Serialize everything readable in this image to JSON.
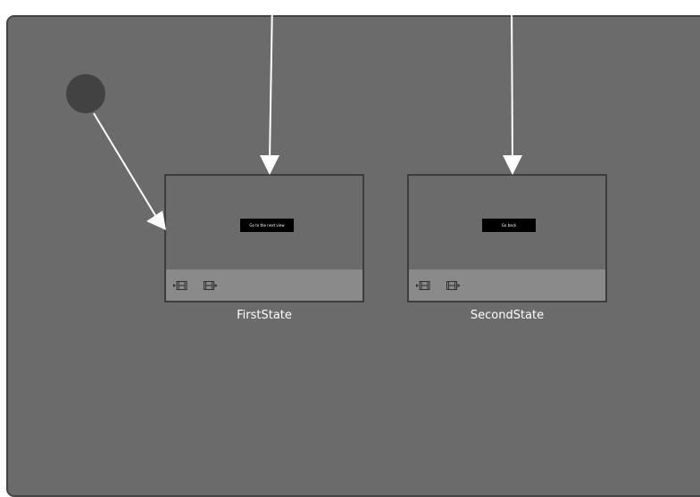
{
  "states": [
    {
      "name": "FirstState",
      "preview_button": "Go to the next view",
      "toolbar": [
        {
          "icon": "enter-action-icon"
        },
        {
          "icon": "exit-action-icon"
        }
      ]
    },
    {
      "name": "SecondState",
      "preview_button": "Go back",
      "toolbar": [
        {
          "icon": "enter-action-icon"
        },
        {
          "icon": "exit-action-icon"
        }
      ]
    }
  ],
  "colors": {
    "panel": "#6b6b6b",
    "base_state": "#424242",
    "toolbar": "#8a8a8a",
    "arrow": "#ffffff",
    "border": "#3d3d3d"
  }
}
